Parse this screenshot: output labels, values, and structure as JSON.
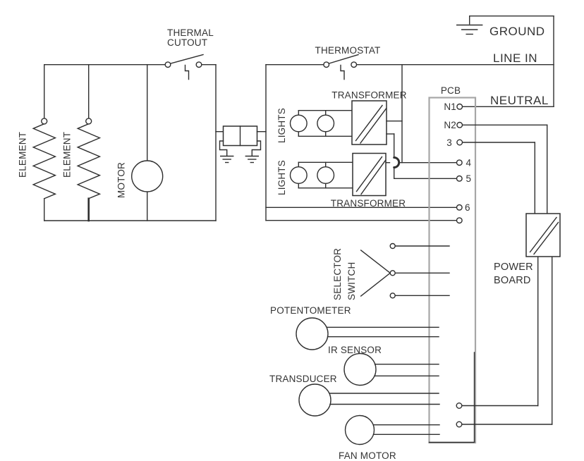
{
  "mains": {
    "ground_label": "GROUND",
    "line_in_label": "LINE IN",
    "neutral_label": "NEUTRAL"
  },
  "pcb": {
    "label": "PCB",
    "terminals": [
      "N1",
      "N2",
      "3",
      "4",
      "5",
      "6"
    ]
  },
  "components": {
    "element_left": "ELEMENT",
    "element_right": "ELEMENT",
    "motor": "MOTOR",
    "thermal_cutout": [
      "THERMAL",
      "CUTOUT"
    ],
    "thermostat": "THERMOSTAT",
    "lights_upper": "LIGHTS",
    "lights_lower": "LIGHTS",
    "transformer_upper": "TRANSFORMER",
    "transformer_lower": "TRANSFORMER",
    "selector_switch": [
      "SELECTOR",
      "SWITCH"
    ],
    "potentiometer": "POTENTOMETER",
    "ir_sensor": "IR SENSOR",
    "transducer": "TRANSDUCER",
    "fan_motor": "FAN MOTOR",
    "power_board": [
      "POWER",
      "BOARD"
    ]
  },
  "colors": {
    "wire": "#2f2f2f",
    "text": "#333333",
    "pcb_outline": "#a6a6a6",
    "background": "#ffffff"
  }
}
